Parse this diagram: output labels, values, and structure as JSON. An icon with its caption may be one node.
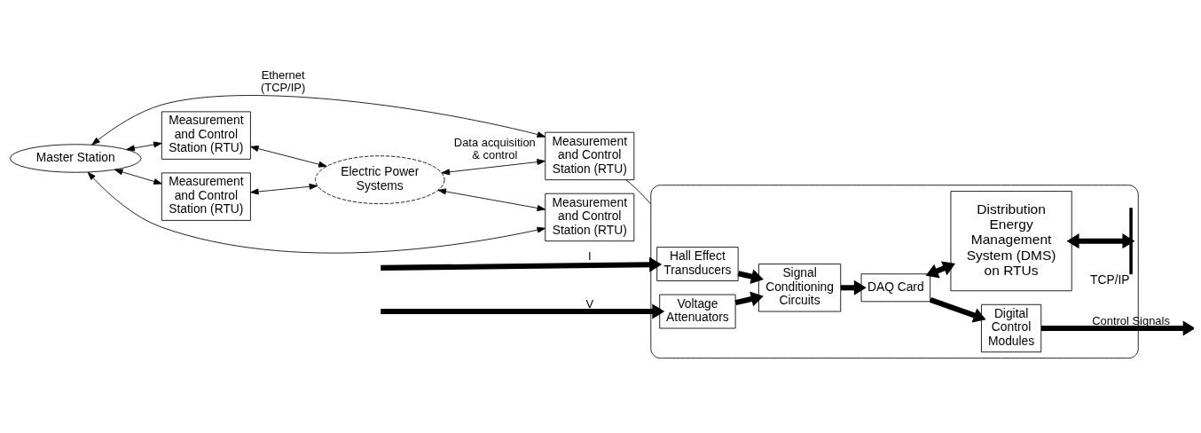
{
  "diagram": {
    "nodes": [
      {
        "text": [
          "Master Station"
        ]
      },
      {
        "text": [
          "Measurement and Control Station (RTU)"
        ]
      },
      {
        "text": [
          "Measurement and Control Station (RTU)"
        ]
      },
      {
        "text": [
          "Electric Power Systems"
        ]
      },
      {
        "text": [
          "Measurement and Control Station (RTU)"
        ]
      },
      {
        "text": [
          "Measurement and Control Station (RTU)"
        ]
      },
      {
        "text": [],
        "shape": "ellipse"
      },
      {
        "text": [
          "Hall Effect Transducers"
        ],
        "in": 6
      },
      {
        "text": [
          "Voltage Attenuators"
        ],
        "in": 6
      },
      {
        "text": [
          "Signal Conditioning Circuits"
        ],
        "in": 6
      },
      {
        "text": [
          "DAQ Card"
        ],
        "in": 6
      },
      {
        "text": [
          "Digital Control Modules"
        ],
        "in": 6
      },
      {
        "text": [
          "Distribution Energy Management System (DMS) on RTUs"
        ],
        "in": 6
      },
      {
        "text": [],
        "shape": "bar",
        "beside": [
          "TCP/IP"
        ],
        "in": 6
      }
    ],
    "edges": [
      {
        "from": 0,
        "to": 1,
        "arrow": "both"
      },
      {
        "from": 0,
        "to": 2,
        "arrow": "both"
      },
      {
        "from": 0,
        "to": 4,
        "arrow": "both",
        "label": "Ethernet (TCP/IP)"
      },
      {
        "from": 0,
        "to": 5,
        "arrow": "both"
      },
      {
        "from": 1,
        "to": 3,
        "arrow": "both"
      },
      {
        "from": 2,
        "to": 3,
        "arrow": "both"
      },
      {
        "from": 3,
        "to": 4,
        "arrow": "both",
        "label": "Data acquisition & control"
      },
      {
        "from": 3,
        "to": 5,
        "arrow": "both"
      },
      {
        "from": 4,
        "to": 6,
        "arrow": "none"
      },
      {
        "from": null,
        "to": 7,
        "arrow": "to",
        "style": "thick",
        "label": "I"
      },
      {
        "from": null,
        "to": 8,
        "arrow": "to",
        "style": "thick",
        "label": "V"
      },
      {
        "from": 7,
        "to": 9,
        "arrow": "to",
        "style": "thick"
      },
      {
        "from": 8,
        "to": 9,
        "arrow": "to",
        "style": "thick"
      },
      {
        "from": 9,
        "to": 10,
        "arrow": "to",
        "style": "thick"
      },
      {
        "from": 10,
        "to": 11,
        "arrow": "to",
        "style": "thick"
      },
      {
        "from": 11,
        "to": null,
        "arrow": "to",
        "style": "thick",
        "label": "Control Signals"
      },
      {
        "from": 10,
        "to": 12,
        "arrow": "both",
        "style": "thick"
      },
      {
        "from": 12,
        "to": 13,
        "arrow": "both",
        "style": "thick"
      }
    ]
  }
}
